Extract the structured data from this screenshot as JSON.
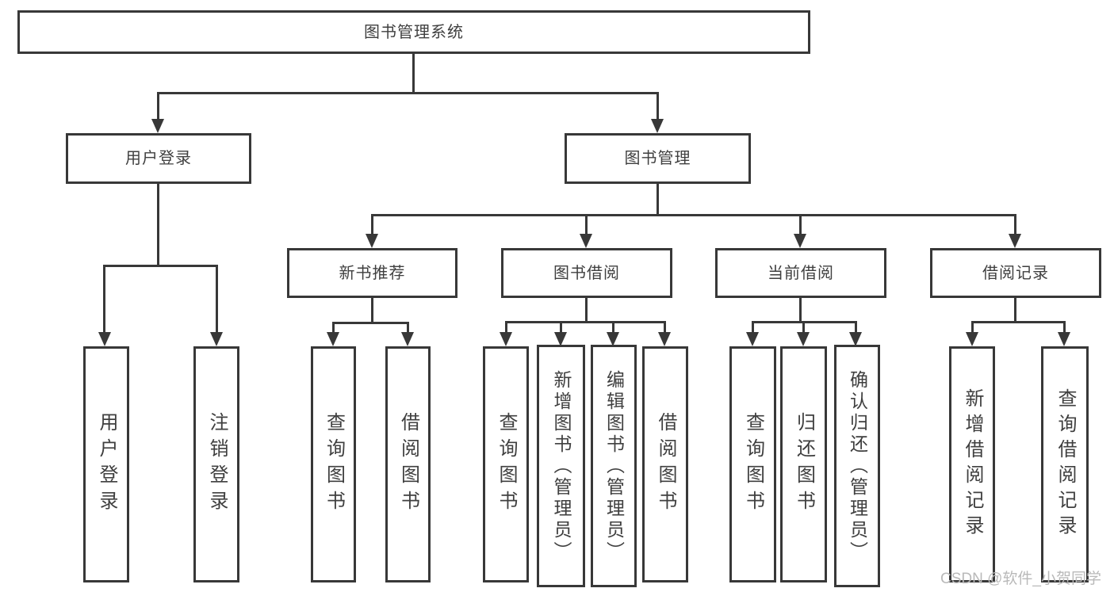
{
  "colors": {
    "line": "#383838",
    "text": "#3f3f3f",
    "background": "#ffffff",
    "watermark": "#b9b9b9"
  },
  "diagram": {
    "type": "hierarchy-tree",
    "root": {
      "label": "图书管理系统"
    },
    "branches": [
      {
        "label": "用户登录",
        "children": [
          {
            "label": "用户登录"
          },
          {
            "label": "注销登录"
          }
        ]
      },
      {
        "label": "图书管理",
        "children": [
          {
            "label": "新书推荐",
            "children": [
              {
                "label": "查询图书"
              },
              {
                "label": "借阅图书"
              }
            ]
          },
          {
            "label": "图书借阅",
            "children": [
              {
                "label": "查询图书"
              },
              {
                "label": "新增图书（管理员）"
              },
              {
                "label": "编辑图书（管理员）"
              },
              {
                "label": "借阅图书"
              }
            ]
          },
          {
            "label": "当前借阅",
            "children": [
              {
                "label": "查询图书"
              },
              {
                "label": "归还图书"
              },
              {
                "label": "确认归还（管理员）"
              }
            ]
          },
          {
            "label": "借阅记录",
            "children": [
              {
                "label": "新增借阅记录"
              },
              {
                "label": "查询借阅记录"
              }
            ]
          }
        ]
      }
    ]
  },
  "watermark": {
    "text": "CSDN @软件_小贺同学"
  }
}
